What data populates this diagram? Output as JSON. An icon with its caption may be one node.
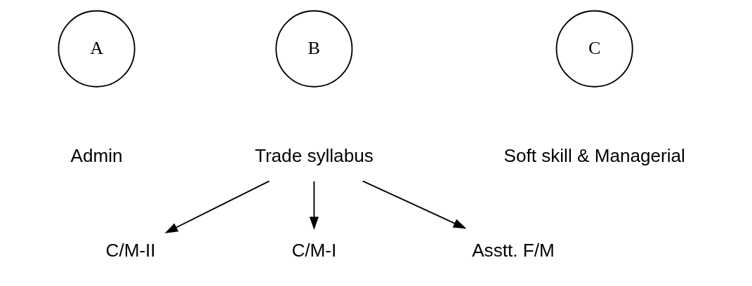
{
  "diagram": {
    "nodes": [
      {
        "text": [
          "A"
        ],
        "beside": [
          "Admin"
        ]
      },
      {
        "text": [
          "B"
        ]
      },
      {
        "text": [
          "C"
        ],
        "beside": [
          "Soft skill & Managerial"
        ]
      },
      {
        "text": [
          "Trade syllabus"
        ]
      },
      {
        "text": [
          "C/M-II"
        ]
      },
      {
        "text": [
          "C/M-I"
        ]
      },
      {
        "text": [
          "Asstt. F/M"
        ]
      }
    ],
    "edges": [
      {
        "from": 3,
        "to": 4,
        "arrow": "to"
      },
      {
        "from": 3,
        "to": 5,
        "arrow": "to"
      },
      {
        "from": 3,
        "to": 6,
        "arrow": "to"
      }
    ]
  }
}
